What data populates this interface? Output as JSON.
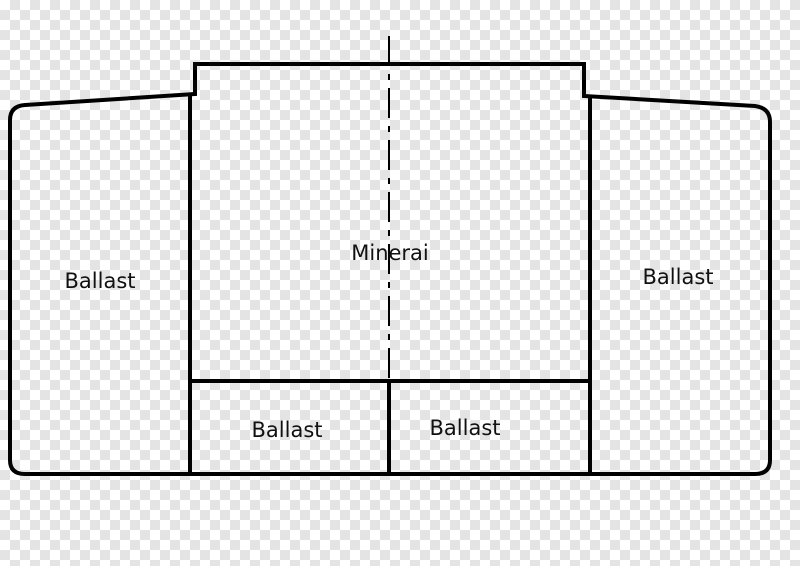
{
  "diagram": {
    "compartments": {
      "central_hold": "Minerai",
      "left_wing_tank": "Ballast",
      "right_wing_tank": "Ballast",
      "bottom_left_tank": "Ballast",
      "bottom_right_tank": "Ballast"
    }
  }
}
